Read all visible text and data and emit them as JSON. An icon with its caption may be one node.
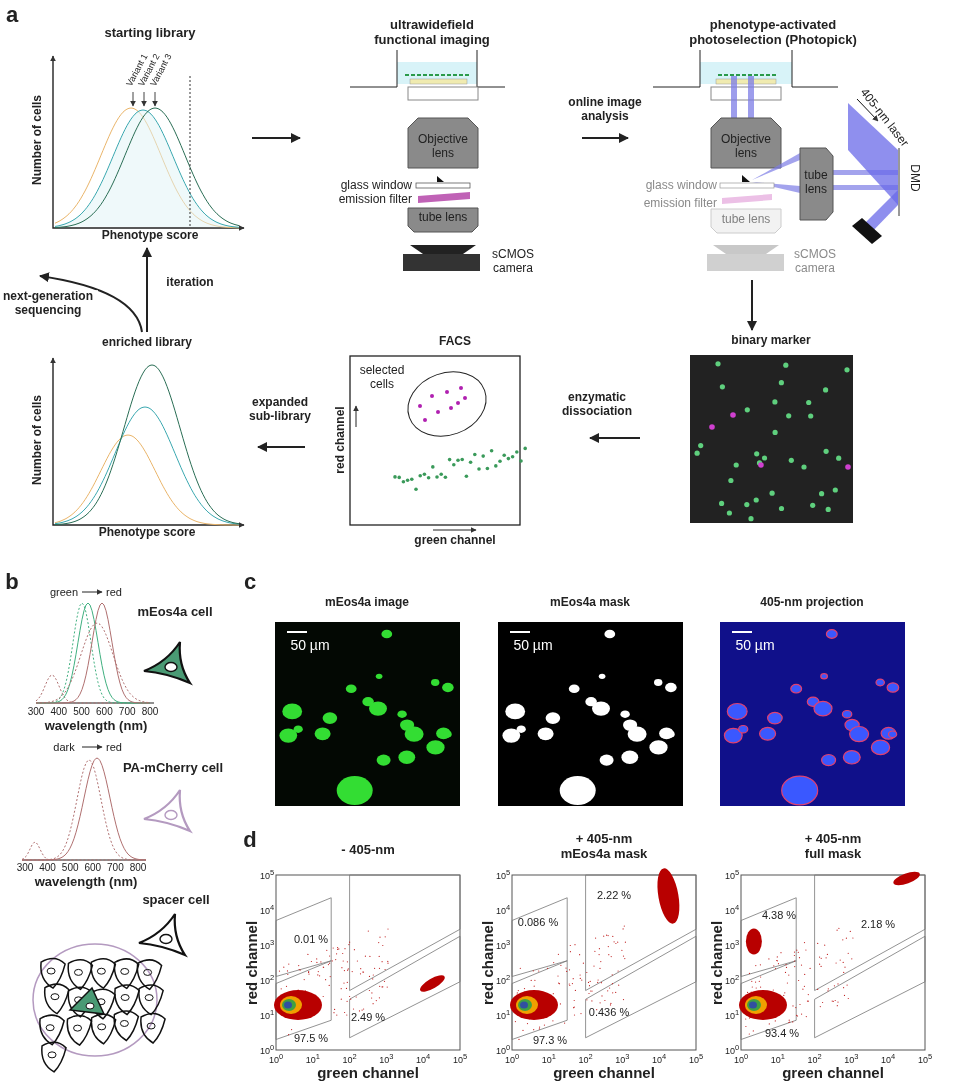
{
  "diagram": {
    "nodes": [
      {
        "text": [
          "starting library",
          "Number of cells",
          "Phenotype score",
          "Variant 1",
          "Variant 2",
          "Variant 3"
        ]
      },
      {
        "text": [
          "ultrawidefield functional imaging",
          "Objective lens",
          "glass window",
          "emission filter",
          "tube lens",
          "sCMOS camera"
        ]
      },
      {
        "text": [
          "phenotype-activated photoselection (Photopick)",
          "Objective lens",
          "tube lens",
          "glass window",
          "emission filter",
          "tube lens",
          "sCMOS camera",
          "405-nm laser",
          "DMD"
        ]
      },
      {
        "text": [
          "binary marker"
        ]
      },
      {
        "text": [
          "FACS",
          "selected cells",
          "red channel",
          "green channel"
        ]
      },
      {
        "text": [
          "enriched library",
          "Number of cells",
          "Phenotype score"
        ]
      }
    ],
    "edges": [
      {
        "from": 0,
        "to": 1,
        "arrow": "to"
      },
      {
        "from": 1,
        "to": 2,
        "arrow": "to",
        "label": "online image analysis"
      },
      {
        "from": 2,
        "to": 3,
        "arrow": "to"
      },
      {
        "from": 3,
        "to": 4,
        "arrow": "to",
        "label": "enzymatic dissociation"
      },
      {
        "from": 4,
        "to": 5,
        "arrow": "to",
        "label": "expanded sub-library"
      },
      {
        "from": 5,
        "to": 0,
        "arrow": "to",
        "label": "iteration"
      },
      {
        "from": 5,
        "to": null,
        "arrow": "to",
        "label": "next-generation sequencing"
      }
    ],
    "labels": [
      "a",
      "b",
      "green",
      "red",
      "mEos4a cell",
      "300",
      "400",
      "500",
      "600",
      "700",
      "800",
      "wavelength (nm)",
      "dark",
      "red",
      "PA-mCherry cell",
      "300",
      "400",
      "500",
      "600",
      "700",
      "800",
      "wavelength (nm)",
      "spacer cell",
      "c",
      "mEos4a image",
      "50 µm",
      "mEos4a mask",
      "50 µm",
      "405-nm projection",
      "50 µm",
      "d",
      "- 405-nm",
      "red channel",
      "10$^{5}$",
      "10$^{4}$",
      "10$^{3}$",
      "10$^{2}$",
      "10$^{1}$",
      "10$^{0}$",
      "10$^{0}$",
      "10$^{1}$",
      "10$^{2}$",
      "10$^{3}$",
      "10$^{4}$",
      "10$^{5}$",
      "green channel",
      "0.01 %",
      "97.5 %",
      "2.49 %",
      "+ 405-nm mEos4a mask",
      "red channel",
      "10$^{5}$",
      "10$^{4}$",
      "10$^{3}$",
      "10$^{2}$",
      "10$^{1}$",
      "10$^{0}$",
      "10$^{0}$",
      "10$^{1}$",
      "10$^{2}$",
      "10$^{3}$",
      "10$^{4}$",
      "10$^{5}$",
      "green channel",
      "2.22 %",
      "0.086 %",
      "0.436 %",
      "97.3 %",
      "+ 405-nm full mask",
      "red channel",
      "10$^{5}$",
      "10$^{4}$",
      "10$^{3}$",
      "10$^{2}$",
      "10$^{1}$",
      "10$^{0}$",
      "10$^{0}$",
      "10$^{1}$",
      "10$^{2}$",
      "10$^{3}$",
      "10$^{4}$",
      "10$^{5}$",
      "green channel",
      "4.38 %",
      "2.18 %",
      "93.4 %"
    ]
  }
}
